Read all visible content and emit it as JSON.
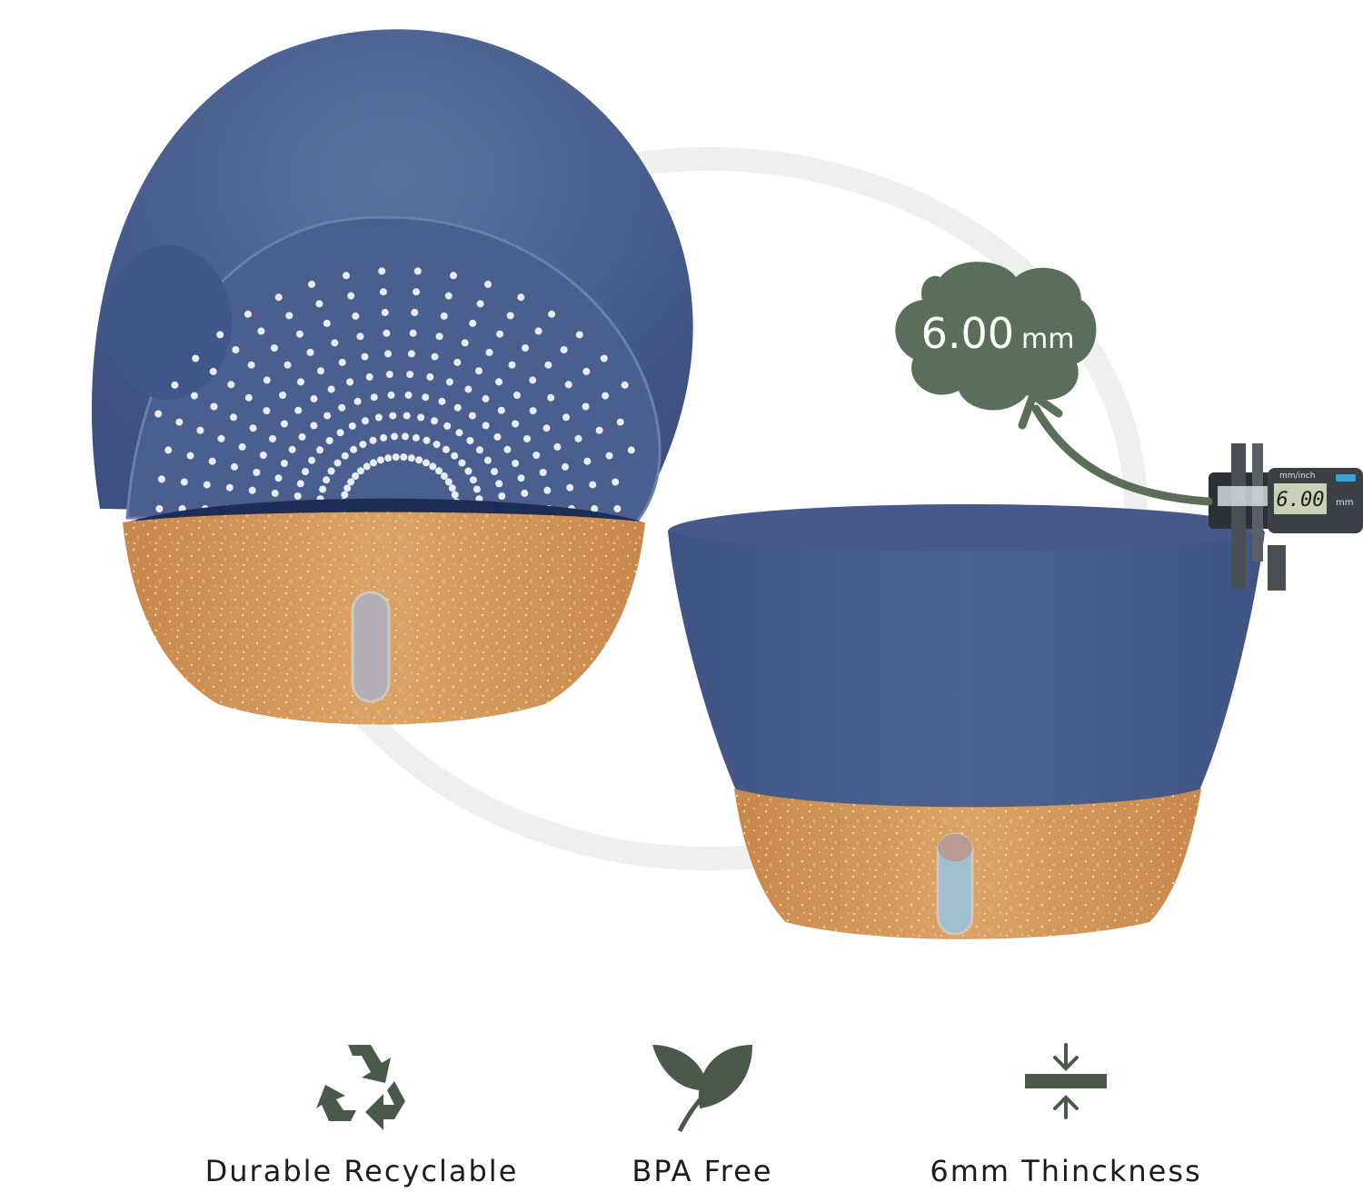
{
  "colors": {
    "pot_blue": "#4f6591",
    "pot_blue_dark": "#3f5481",
    "base_orange": "#d59a5a",
    "accent_green": "#5a6e5a",
    "text": "#1c1c1c"
  },
  "callout": {
    "value": "6.00",
    "unit": "mm"
  },
  "caliper": {
    "display": "6.00",
    "unit_label": "mm/inch",
    "mm_label": "mm"
  },
  "features": [
    {
      "icon": "recycle-icon",
      "label": "Durable Recyclable"
    },
    {
      "icon": "leaf-icon",
      "label": "BPA Free"
    },
    {
      "icon": "thickness-icon",
      "label": "6mm Thinckness"
    }
  ]
}
